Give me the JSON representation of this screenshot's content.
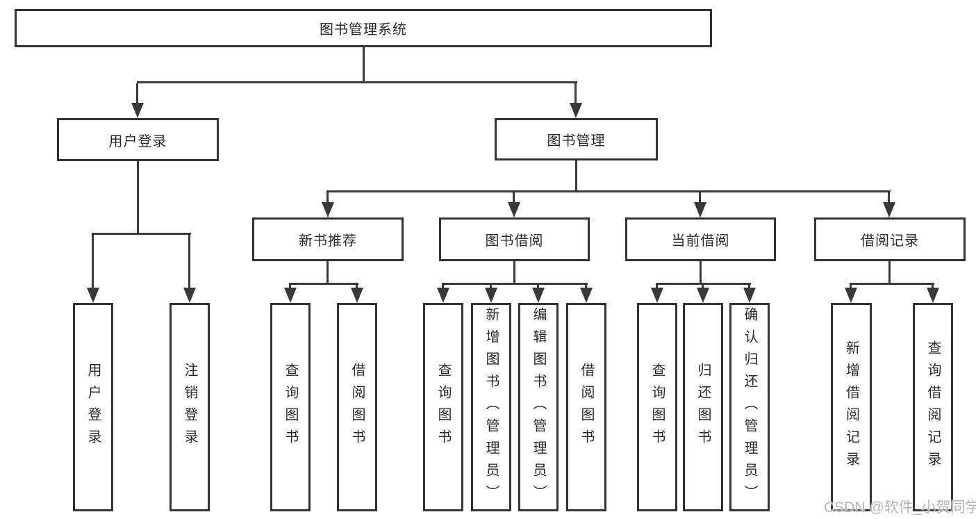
{
  "diagram": {
    "root": {
      "label": "图书管理系统"
    },
    "level2": {
      "user_login": {
        "label": "用户登录"
      },
      "book_management": {
        "label": "图书管理"
      }
    },
    "level3": {
      "new_book_recommendation": {
        "label": "新书推荐"
      },
      "book_borrowing": {
        "label": "图书借阅"
      },
      "current_borrowing": {
        "label": "当前借阅"
      },
      "borrowing_records": {
        "label": "借阅记录"
      }
    },
    "leaves": [
      {
        "label": "用户登录"
      },
      {
        "label": "注销登录"
      },
      {
        "label": "查询图书"
      },
      {
        "label": "借阅图书"
      },
      {
        "label": "查询图书"
      },
      {
        "label": "新增图书（管理员）"
      },
      {
        "label": "编辑图书（管理员）"
      },
      {
        "label": "借阅图书"
      },
      {
        "label": "查询图书"
      },
      {
        "label": "归还图书"
      },
      {
        "label": "确认归还（管理员）"
      },
      {
        "label": "新增借阅记录"
      },
      {
        "label": "查询借阅记录"
      }
    ]
  },
  "watermark": "CSDN @软件_小贺同学",
  "colors": {
    "line": "#3a3a3a",
    "border": "#333333",
    "text": "#2b2b2b",
    "watermark": "#b6b6b6",
    "background": "#ffffff"
  }
}
